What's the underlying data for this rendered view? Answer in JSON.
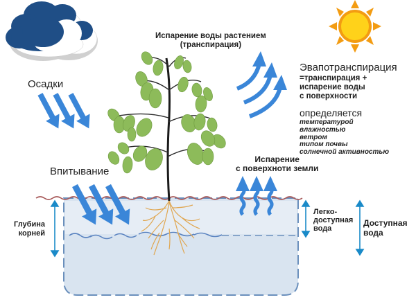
{
  "diagram": {
    "title": "Эвапотранспирация",
    "labels": {
      "precipitation": "Осадки",
      "plant_transpiration_line1": "Испарение воды растением",
      "plant_transpiration_line2": "(транспирация)",
      "infiltration": "Впитывание",
      "soil_evaporation_line1": "Испарение",
      "soil_evaporation_line2": "с поверхноти земли",
      "root_depth_line1": "Глубина",
      "root_depth_line2": "корней",
      "easy_water_line1": "Легко-",
      "easy_water_line2": "доступная",
      "easy_water_line3": "вода",
      "available_water_line1": "Доступная",
      "available_water_line2": "вода"
    },
    "evapotranspiration": {
      "title": "Эвапотранспирация",
      "definition_line1": "=транспирация +",
      "definition_line2": "испарение воды",
      "definition_line3": "с поверхности",
      "determined_by": "определяется",
      "factors": [
        "температурой",
        "влажностью",
        "ветром",
        "типом почвы",
        "солнечной активностью"
      ]
    },
    "icons": {
      "cloud": "cloud-icon",
      "sun": "sun-icon",
      "plant": "plant-icon",
      "roots": "roots-icon"
    },
    "colors": {
      "arrow_blue": "#3a86d8",
      "cloud_dark": "#1f4e86",
      "sun_orange": "#f39c12",
      "sun_yellow": "#ffd21a",
      "leaf_green": "#8dbb5a",
      "soil_line": "#a85a5a",
      "soil_fill": "#d9e4f0",
      "root_color": "#e0a650",
      "dim_arrow": "#1a8ac8"
    }
  }
}
